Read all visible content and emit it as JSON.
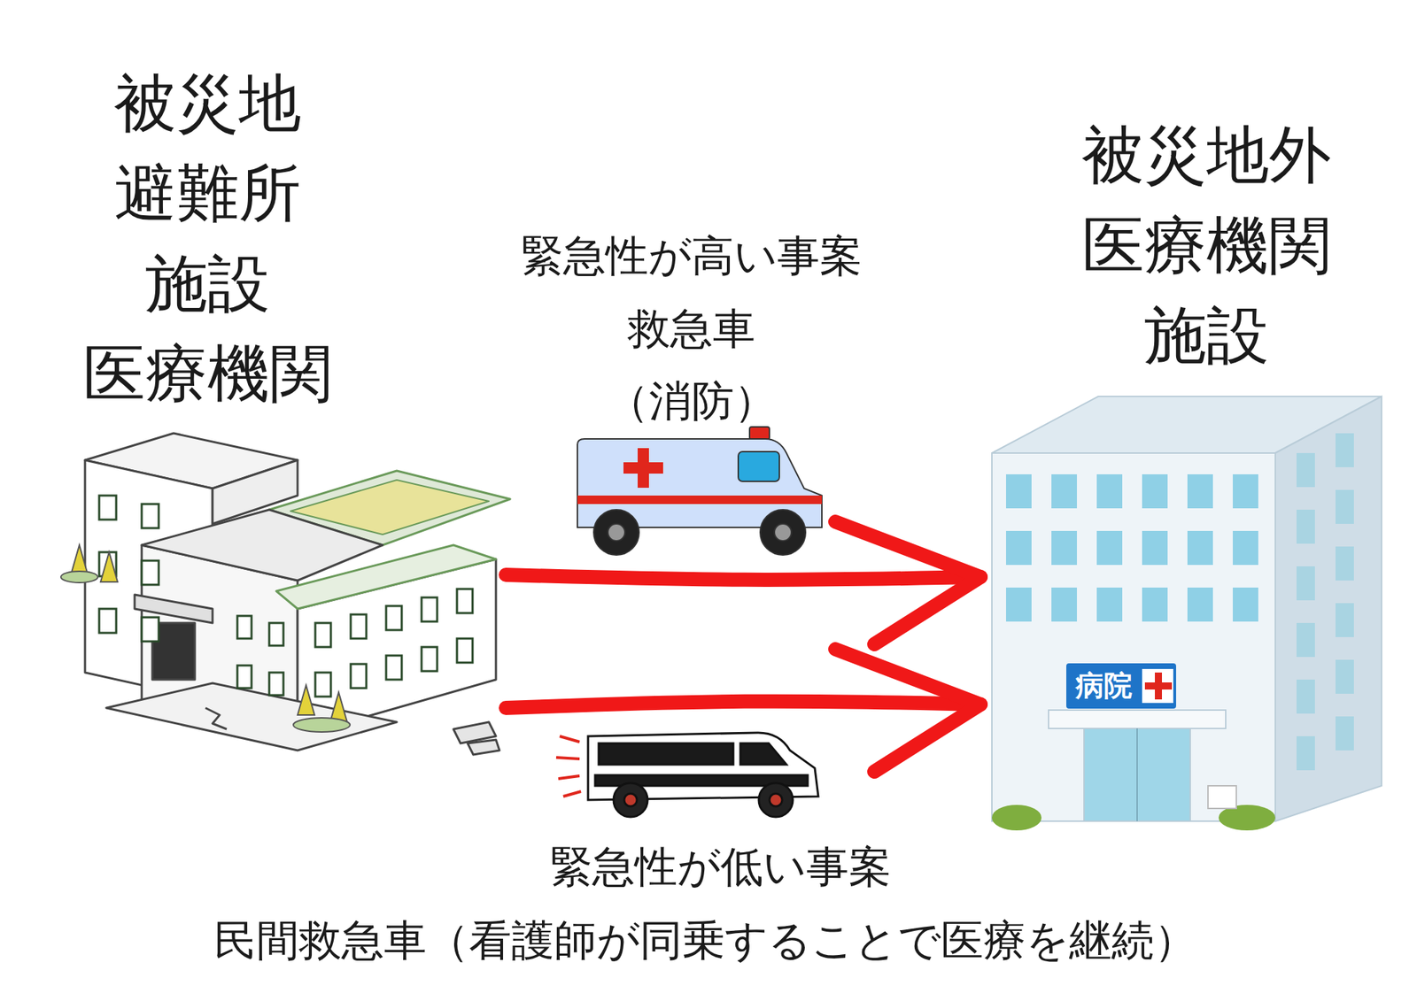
{
  "diagram": {
    "nodes": [
      {
        "text": [
          "被災地 避難所 施設 医療機関"
        ]
      },
      {
        "text": [
          "被災地外 医療機関 施設"
        ]
      }
    ],
    "edges": [
      {
        "from": 0,
        "to": 1,
        "arrow": "to"
      },
      {
        "from": 0,
        "to": 1,
        "arrow": "to"
      }
    ],
    "labels": [
      "緊急性が高い事案",
      "救急車",
      "（消防）",
      "緊急性が低い事案",
      "民間救急車（看護師が同乗することで医療を継続）",
      "病院"
    ]
  }
}
